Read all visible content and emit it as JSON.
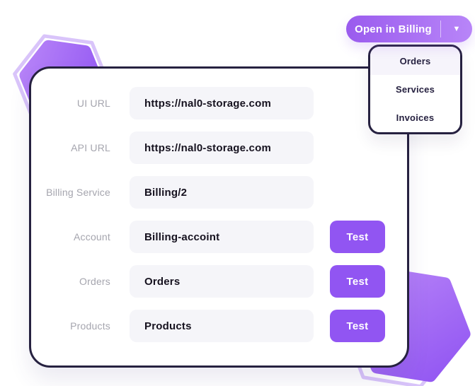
{
  "billing_button": {
    "label": "Open in Billing",
    "caret_glyph": "▼"
  },
  "dropdown_menu": {
    "items": [
      "Orders",
      "Services",
      "Invoices"
    ],
    "highlighted_item": "Orders"
  },
  "form": {
    "test_button_label": "Test",
    "rows": [
      {
        "label": "UI URL",
        "value": "https://nal0-storage.com",
        "has_test": false
      },
      {
        "label": "API URL",
        "value": "https://nal0-storage.com",
        "has_test": false
      },
      {
        "label": "Billing Service",
        "value": "Billing/2",
        "has_test": false
      },
      {
        "label": "Account",
        "value": "Billing-accoint",
        "has_test": true
      },
      {
        "label": "Orders",
        "value": "Orders",
        "has_test": true
      },
      {
        "label": "Products",
        "value": "Products",
        "has_test": true
      }
    ]
  },
  "colors": {
    "accent": "#9155f2",
    "accent_gradient_start": "#9a5bee",
    "accent_gradient_end": "#b885f8",
    "outline_dark": "#262140",
    "input_bg": "#f5f5f9",
    "label_text": "#a5a5ae",
    "value_text": "#16121f",
    "menu_highlight_bg": "#f6f4fb",
    "hex_ring": "#cfb5f9"
  }
}
